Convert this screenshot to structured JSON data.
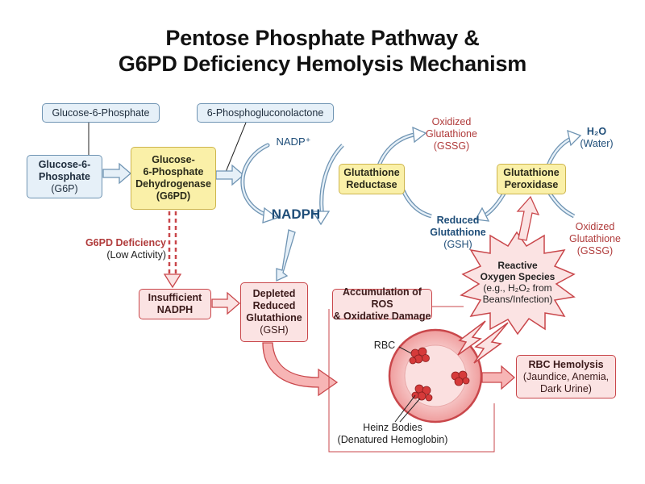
{
  "title": {
    "line1": "Pentose Phosphate Pathway &",
    "line2": "G6PD Deficiency Hemolysis Mechanism"
  },
  "nodes": {
    "top_g6p_label": "Glucose-6-Phosphate",
    "top_6pgl_label": "6-Phosphogluconolactone",
    "g6p": {
      "line1": "Glucose-6-",
      "line2": "Phosphate",
      "line3": "(G6P)"
    },
    "g6pd": {
      "line1": "Glucose-",
      "line2": "6-Phosphate",
      "line3": "Dehydrogenase",
      "line4": "(G6PD)"
    },
    "nadp": "NADP⁺",
    "nadph": "NADPH",
    "glutathione_reductase": {
      "line1": "Glutathione",
      "line2": "Reductase"
    },
    "oxidized_gssg_1": {
      "line1": "Oxidized",
      "line2": "Glutathione",
      "line3": "(GSSG)"
    },
    "reduced_gsh": {
      "line1": "Reduced",
      "line2": "Glutathione",
      "line3": "(GSH)"
    },
    "glutathione_peroxidase": {
      "line1": "Glutathione",
      "line2": "Peroxidase"
    },
    "h2o": {
      "line1": "H₂O",
      "line2": "(Water)"
    },
    "oxidized_gssg_2": {
      "line1": "Oxidized",
      "line2": "Glutathione",
      "line3": "(GSSG)"
    },
    "g6pd_deficiency": {
      "line1": "G6PD Deficiency",
      "line2": "(Low Activity)"
    },
    "ros": {
      "line1": "Reactive",
      "line2": "Oxygen Species",
      "line3": "(e.g., H₂O₂ from",
      "line4": "Beans/Infection)"
    },
    "insufficient_nadph": {
      "line1": "Insufficient",
      "line2": "NADPH"
    },
    "depleted_gsh": {
      "line1": "Depleted",
      "line2": "Reduced",
      "line3": "Glutathione",
      "line4": "(GSH)"
    },
    "accumulation": {
      "line1": "Accumulation of ROS",
      "line2": "& Oxidative Damage"
    },
    "rbc": "RBC",
    "rbc_hemolysis": {
      "line1": "RBC Hemolysis",
      "line2": "(Jaundice, Anemia,",
      "line3": "Dark Urine)"
    },
    "heinz": {
      "line1": "Heinz Bodies",
      "line2": "(Denatured Hemoglobin)"
    }
  },
  "colors": {
    "blue_fill": "#e6f0f8",
    "blue_stroke": "#6f94b3",
    "yellow_fill": "#faf0a8",
    "yellow_stroke": "#cdb54e",
    "red_stroke": "#c9474b",
    "pink_fill": "#fbe3e3",
    "navy_text": "#1f4e79",
    "red_text": "#b03b3b"
  }
}
